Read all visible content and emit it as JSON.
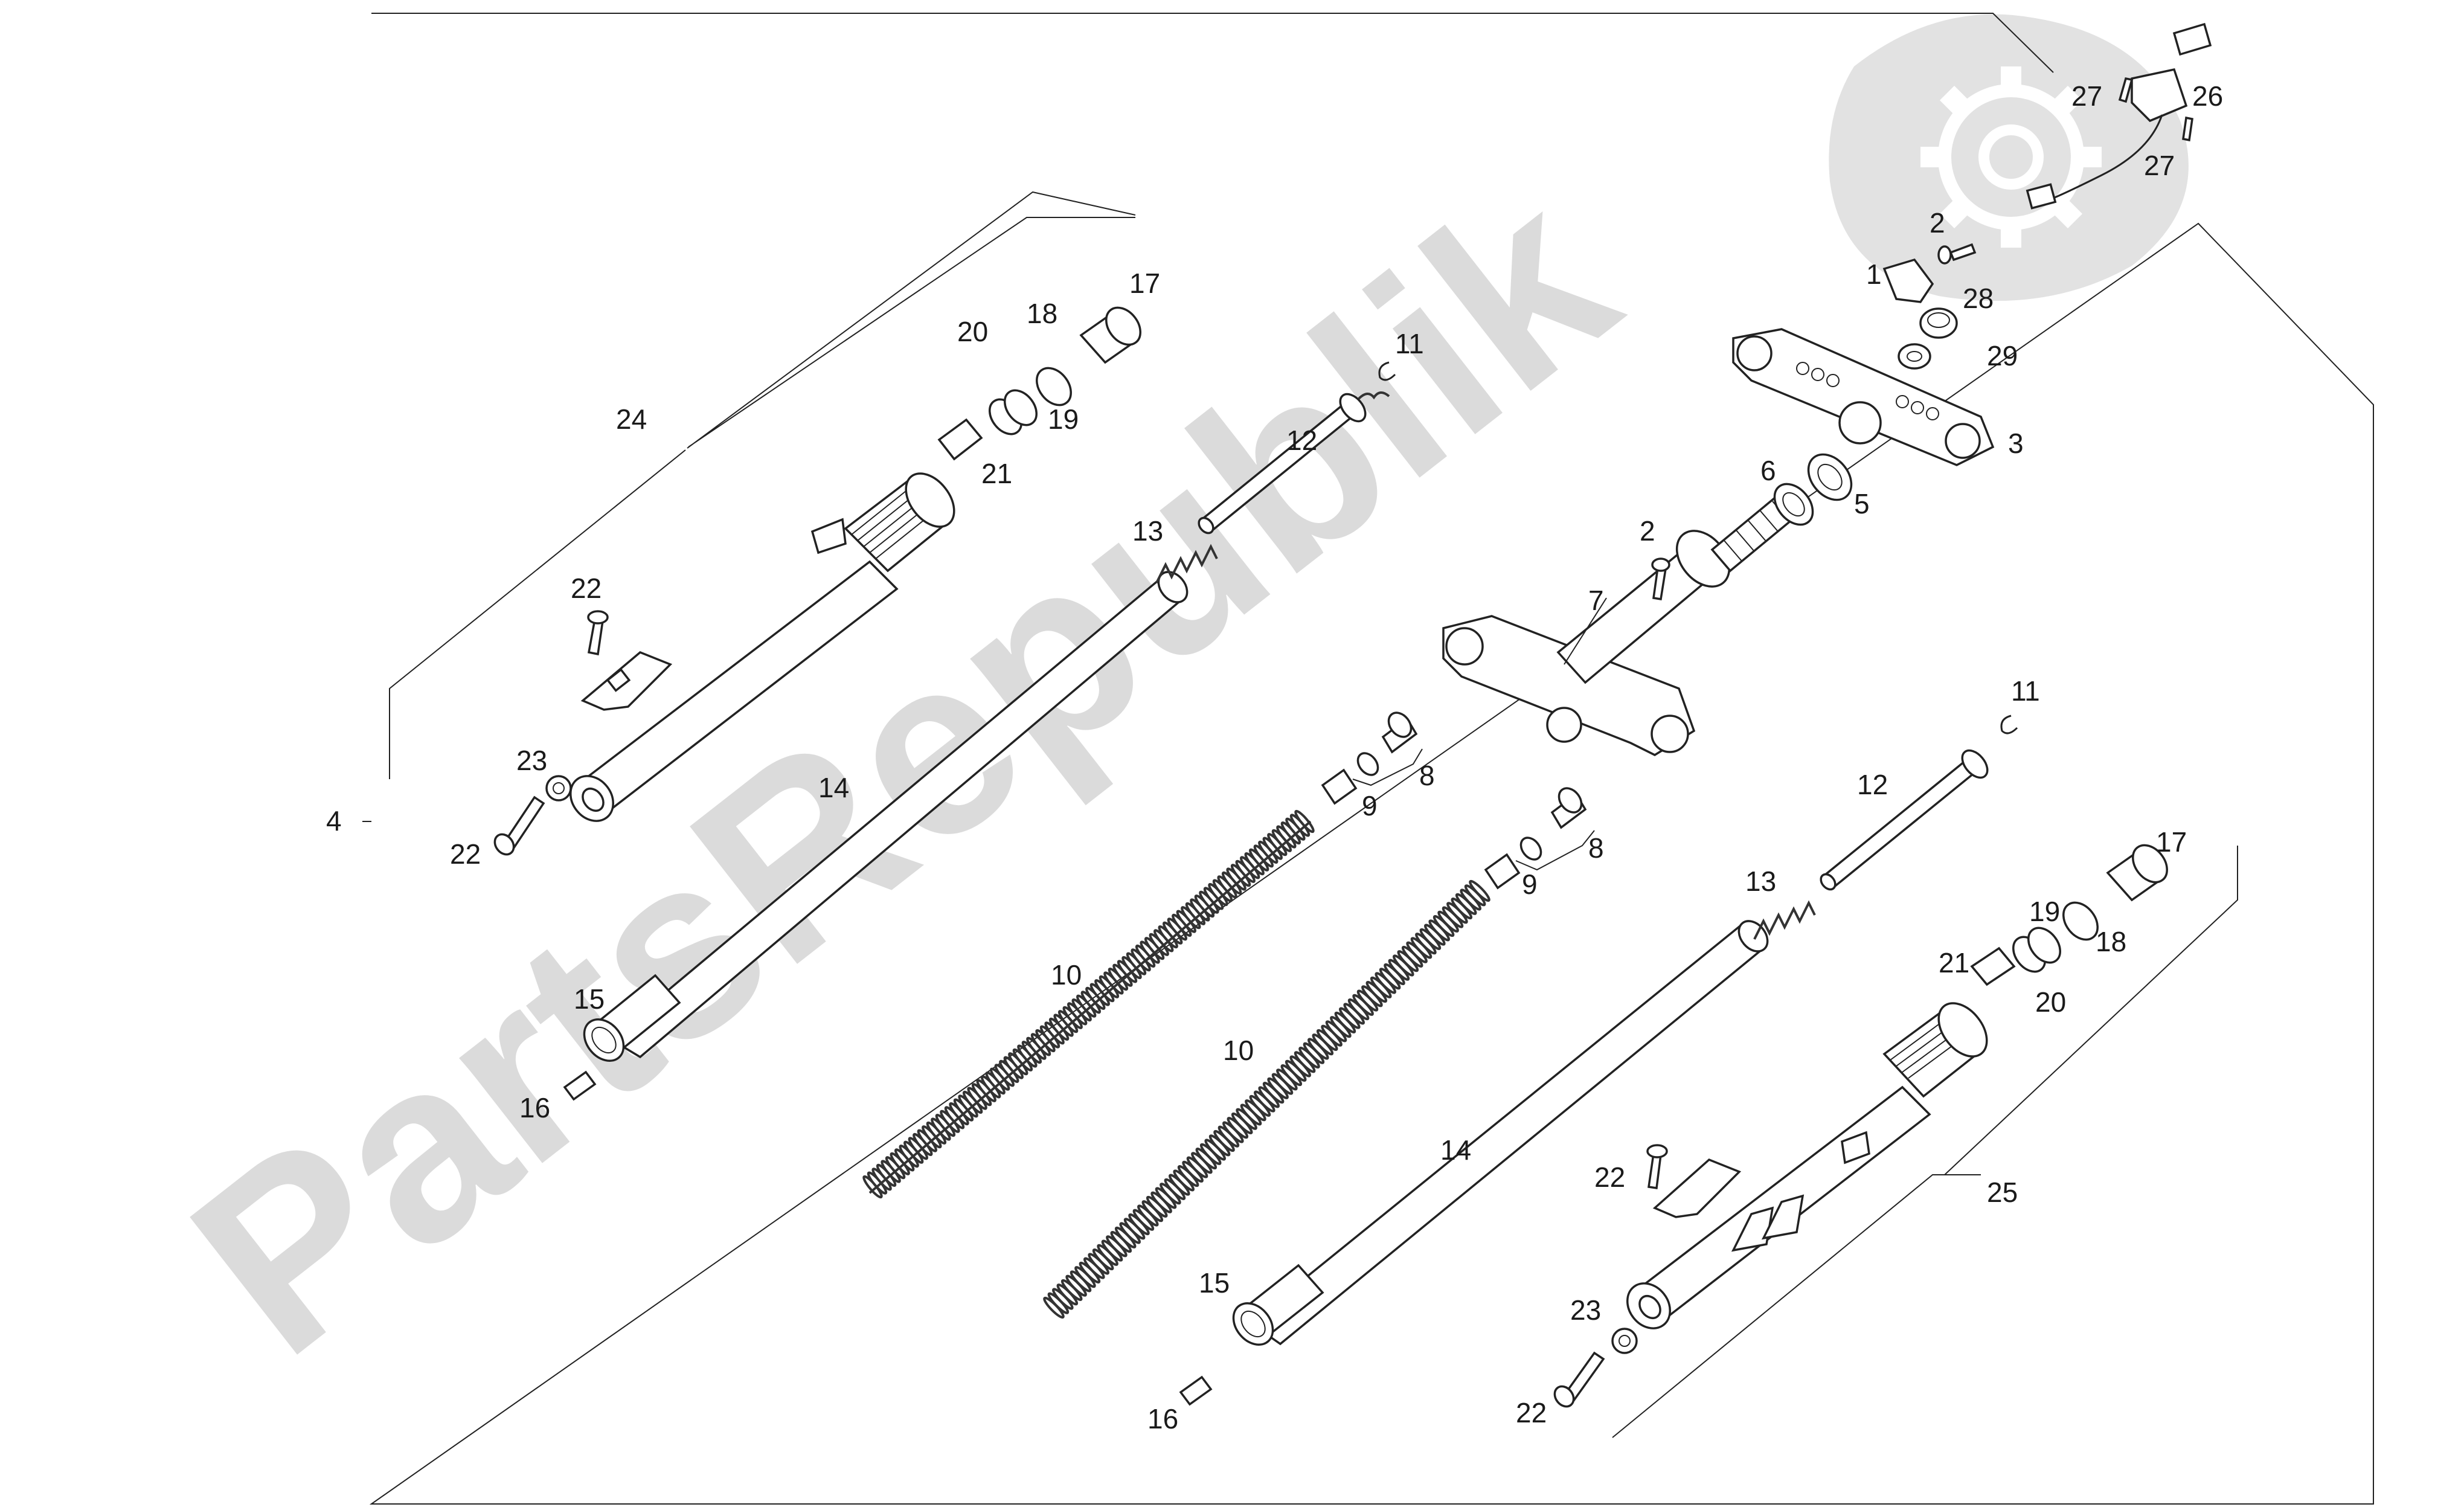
{
  "watermark": "PartsRepublik",
  "callouts": {
    "c1": "1",
    "c2a": "2",
    "c2b": "2",
    "c3": "3",
    "c4": "4",
    "c5": "5",
    "c6": "6",
    "c7": "7",
    "c8a": "8",
    "c8b": "8",
    "c9a": "9",
    "c9b": "9",
    "c10a": "10",
    "c10b": "10",
    "c11a": "11",
    "c11b": "11",
    "c12a": "12",
    "c12b": "12",
    "c13a": "13",
    "c13b": "13",
    "c14a": "14",
    "c14b": "14",
    "c15a": "15",
    "c15b": "15",
    "c16a": "16",
    "c16b": "16",
    "c17a": "17",
    "c17b": "17",
    "c18a": "18",
    "c18b": "18",
    "c19a": "19",
    "c19b": "19",
    "c20a": "20",
    "c20b": "20",
    "c21a": "21",
    "c21b": "21",
    "c22a": "22",
    "c22b": "22",
    "c22c": "22",
    "c22d": "22",
    "c23a": "23",
    "c23b": "23",
    "c24": "24",
    "c25": "25",
    "c26": "26",
    "c27a": "27",
    "c27b": "27",
    "c28": "28",
    "c29": "29"
  },
  "colors": {
    "line": "#222222",
    "watermark": "#cfcfcf",
    "background": "#ffffff"
  }
}
